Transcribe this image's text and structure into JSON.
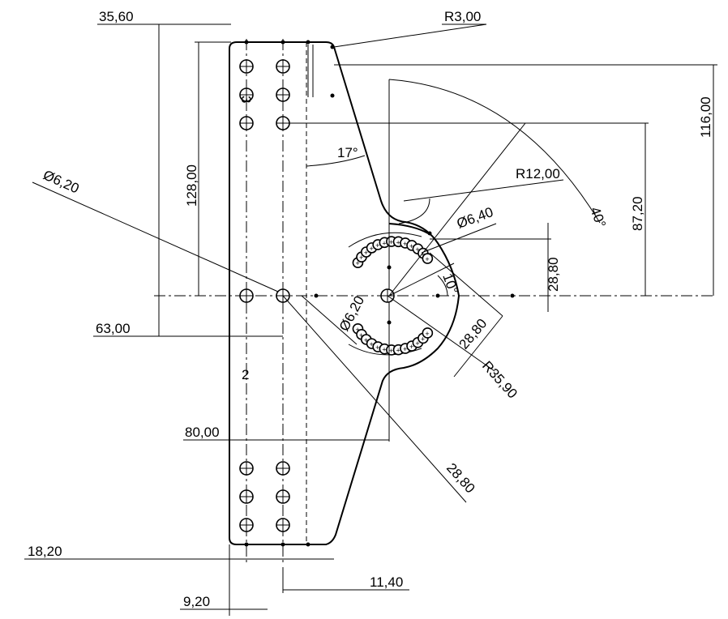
{
  "drawing": {
    "dimensions": {
      "d_35_60": "35,60",
      "d_r3": "R3,00",
      "d_116": "116,00",
      "d_128": "128,00",
      "d_dia620_a": "6,20",
      "d_17deg": "17°",
      "d_r12": "R12,00",
      "d_40deg": "40°",
      "d_87_20": "87,20",
      "d_dia640": "6,40",
      "d_28_80_a": "28,80",
      "d_10deg": "10°",
      "d_63": "63,00",
      "d_dia620_b": "6,20",
      "d_28_80_b": "28,80",
      "d_r35_90": "R35,90",
      "d_80": "80,00",
      "d_28_80_c": "28,80",
      "d_18_20": "18,20",
      "d_9_20": "9,20",
      "d_11_40": "11,40"
    },
    "diameter_symbol": "Ø",
    "labels": {
      "bend_label_top": "3",
      "bend_label_mid": "2"
    }
  }
}
